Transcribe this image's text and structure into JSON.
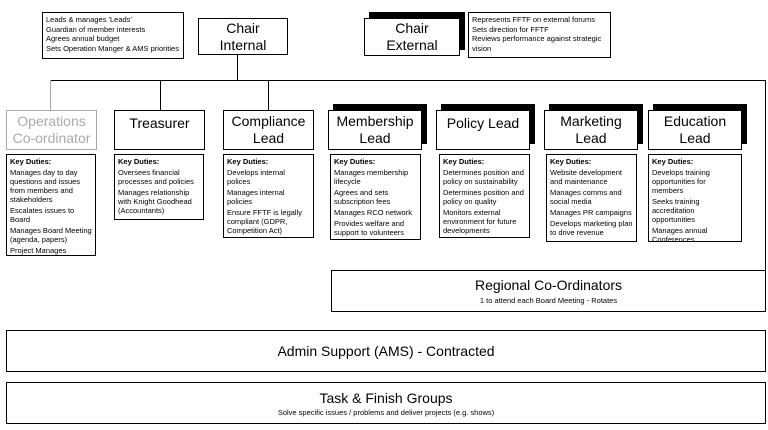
{
  "chair_internal": {
    "title_line1": "Chair",
    "title_line2": "Internal",
    "notes": [
      "Leads & manages 'Leads'",
      "Guardian of member interests",
      "Agrees annual budget",
      "Sets Operation Manger & AMS priorities"
    ]
  },
  "chair_external": {
    "title_line1": "Chair",
    "title_line2": "External",
    "notes": [
      "Represents FFTF on external forums",
      "Sets direction for FFTF",
      "Reviews performance against strategic vision"
    ]
  },
  "roles": [
    {
      "id": "ops",
      "line1": "Operations",
      "line2": "Co-ordinator",
      "duties_header": "Key Duties:",
      "duties": [
        "Manages day to day questions and issues from members and stakeholders",
        "Escalates issues to Board",
        "Manages Board Meeting (agenda, papers)",
        "Project Manages delivery of Board Priorities"
      ]
    },
    {
      "id": "treasurer",
      "line1": "Treasurer",
      "line2": "",
      "duties_header": "Key Duties:",
      "duties": [
        "Oversees financial processes and policies",
        "Manages relationship with Knight Goodhead (Accountants)"
      ]
    },
    {
      "id": "compliance",
      "line1": "Compliance",
      "line2": "Lead",
      "duties_header": "Key Duties:",
      "duties": [
        "Develops internal polices",
        "Manages internal policies",
        "Ensure FFTF is legally compliant (GDPR, Competition Act)"
      ]
    },
    {
      "id": "membership",
      "line1": "Membership",
      "line2": "Lead",
      "duties_header": "Key Duties:",
      "duties": [
        "Manages membership lifecycle",
        "Agrees and sets subscription fees",
        "Manages RCO network",
        "Provides welfare and support to volunteers"
      ]
    },
    {
      "id": "policy",
      "line1": "Policy Lead",
      "line2": "",
      "duties_header": "Key Duties:",
      "duties": [
        "Determines position and policy on sustainability",
        "Determines position and policy on quality",
        "Monitors external environment for future developments"
      ]
    },
    {
      "id": "marketing",
      "line1": "Marketing",
      "line2": "Lead",
      "duties_header": "Key Duties:",
      "duties": [
        "Website development and maintenance",
        "Manages comms and social media",
        "Manages PR campaigns",
        "Develops marketing plan to drive revenue"
      ]
    },
    {
      "id": "education",
      "line1": "Education",
      "line2": "Lead",
      "duties_header": "Key Duties:",
      "duties": [
        "Develops training opportunities for members",
        "Seeks training accreditation opportunities",
        "Manages annual Conferences"
      ]
    }
  ],
  "regional": {
    "title": "Regional Co-Ordinators",
    "subtitle": "1 to attend each Board Meeting - Rotates"
  },
  "admin": {
    "title": "Admin Support (AMS) - Contracted"
  },
  "task": {
    "title": "Task & Finish Groups",
    "subtitle": "Solve specific issues / problems and deliver projects (e.g. shows)"
  }
}
